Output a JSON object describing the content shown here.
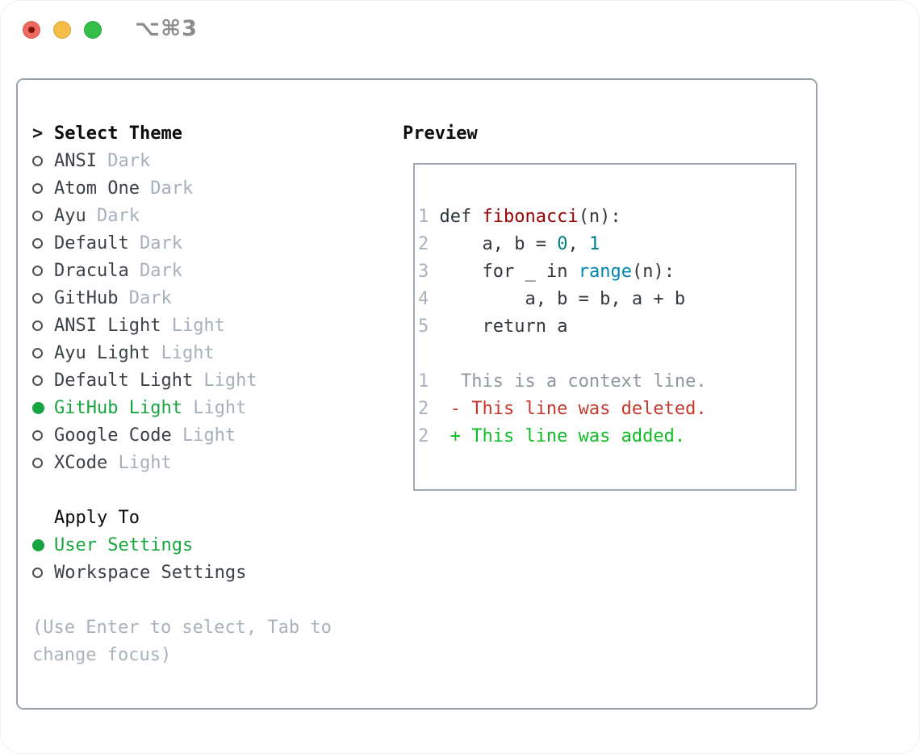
{
  "window": {
    "title": "⌥⌘3",
    "traffic_lights": [
      "close",
      "minimize",
      "zoom"
    ]
  },
  "theme_picker": {
    "header_prefix": ">",
    "header": "Select Theme",
    "themes": [
      {
        "name": "ANSI",
        "variant": "Dark",
        "selected": false
      },
      {
        "name": "Atom One",
        "variant": "Dark",
        "selected": false
      },
      {
        "name": "Ayu",
        "variant": "Dark",
        "selected": false
      },
      {
        "name": "Default",
        "variant": "Dark",
        "selected": false
      },
      {
        "name": "Dracula",
        "variant": "Dark",
        "selected": false
      },
      {
        "name": "GitHub",
        "variant": "Dark",
        "selected": false
      },
      {
        "name": "ANSI Light",
        "variant": "Light",
        "selected": false
      },
      {
        "name": "Ayu Light",
        "variant": "Light",
        "selected": false
      },
      {
        "name": "Default Light",
        "variant": "Light",
        "selected": false
      },
      {
        "name": "GitHub Light",
        "variant": "Light",
        "selected": true
      },
      {
        "name": "Google Code",
        "variant": "Light",
        "selected": false
      },
      {
        "name": "XCode",
        "variant": "Light",
        "selected": false
      }
    ],
    "apply_to": {
      "header": "Apply To",
      "options": [
        {
          "name": "User Settings",
          "selected": true
        },
        {
          "name": "Workspace Settings",
          "selected": false
        }
      ]
    },
    "help_lines": [
      "(Use Enter to select, Tab to",
      "change focus)"
    ]
  },
  "preview": {
    "header": "Preview",
    "lines": [
      {
        "num": "1",
        "segments": [
          {
            "t": "def ",
            "c": "kw"
          },
          {
            "t": "fibonacci",
            "c": "fn"
          },
          {
            "t": "(n):",
            "c": "plain"
          }
        ]
      },
      {
        "num": "2",
        "segments": [
          {
            "t": "    a, b = ",
            "c": "plain"
          },
          {
            "t": "0",
            "c": "num"
          },
          {
            "t": ", ",
            "c": "plain"
          },
          {
            "t": "1",
            "c": "num"
          }
        ]
      },
      {
        "num": "3",
        "segments": [
          {
            "t": "    ",
            "c": "plain"
          },
          {
            "t": "for",
            "c": "kw"
          },
          {
            "t": " _ ",
            "c": "plain"
          },
          {
            "t": "in",
            "c": "kw"
          },
          {
            "t": " ",
            "c": "plain"
          },
          {
            "t": "range",
            "c": "builtin"
          },
          {
            "t": "(n):",
            "c": "plain"
          }
        ]
      },
      {
        "num": "4",
        "segments": [
          {
            "t": "        a, b = b, a + b",
            "c": "plain"
          }
        ]
      },
      {
        "num": "5",
        "segments": [
          {
            "t": "    ",
            "c": "plain"
          },
          {
            "t": "return",
            "c": "kw"
          },
          {
            "t": " a",
            "c": "plain"
          }
        ]
      },
      {
        "num": "",
        "segments": []
      },
      {
        "num": "1",
        "segments": [
          {
            "t": "  This is a context line.",
            "c": "ctx"
          }
        ]
      },
      {
        "num": "2",
        "segments": [
          {
            "t": " - This line was deleted.",
            "c": "del"
          }
        ]
      },
      {
        "num": "2",
        "segments": [
          {
            "t": " + This line was added.",
            "c": "add"
          }
        ]
      }
    ]
  },
  "colors": {
    "selection_green": "#16a53e",
    "diff_added_green": "#0dbd23",
    "diff_deleted_red": "#c5372c",
    "syntax_function_red": "#990000",
    "syntax_number_teal": "#008080",
    "syntax_builtin_blue": "#0086b3",
    "muted_gray": "#a6b0bc",
    "panel_border": "#9aa3af"
  }
}
